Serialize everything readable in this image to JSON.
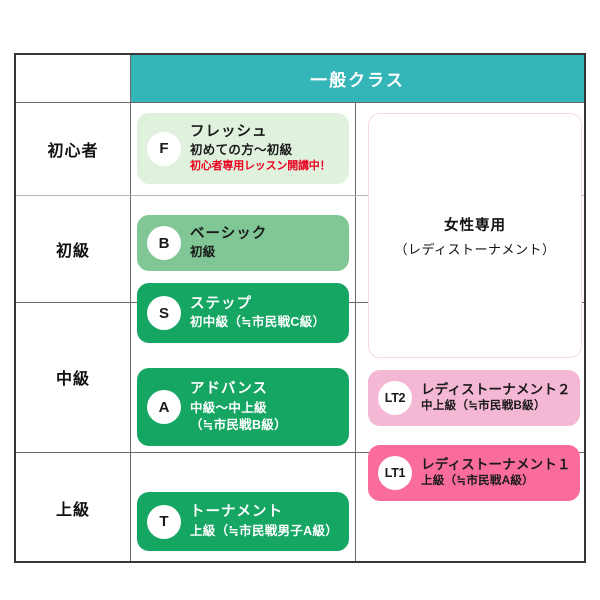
{
  "header": {
    "blank_label": "",
    "class_label": "一般クラス"
  },
  "levels": [
    {
      "label": "初心者"
    },
    {
      "label": "初級"
    },
    {
      "label": "中級"
    },
    {
      "label": "上級"
    }
  ],
  "general_cards": [
    {
      "badge": "F",
      "title": "フレッシュ",
      "subtitle": "初めての方〜初級",
      "note": "初心者専用レッスン開講中！",
      "color": "#e0f2de"
    },
    {
      "badge": "B",
      "title": "ベーシック",
      "subtitle": "初級",
      "color": "#80c795"
    },
    {
      "badge": "S",
      "title": "ステップ",
      "subtitle": "初中級（≒市民戦C級）",
      "color": "#14a662"
    },
    {
      "badge": "A",
      "title": "アドバンス",
      "subtitle": "中級〜中上級",
      "subtitle2": "（≒市民戦B級）",
      "color": "#14a662"
    },
    {
      "badge": "T",
      "title": "トーナメント",
      "subtitle": "上級（≒市民戦男子A級）",
      "color": "#14a662"
    }
  ],
  "ladies_panel": {
    "title": "女性専用",
    "subtitle": "（レディストーナメント）",
    "border_color": "#f6d9e6"
  },
  "ladies_cards": [
    {
      "badge": "LT2",
      "title": "レディストーナメント２",
      "subtitle": "中上級（≒市民戦B級）",
      "color": "#f4b8d4"
    },
    {
      "badge": "LT1",
      "title": "レディストーナメント１",
      "subtitle": "上級（≒市民戦A級）",
      "color": "#fa6d9b"
    }
  ],
  "theme": {
    "header_bg": "#34b5b8",
    "header_text": "#ffffff",
    "frame_border": "#3b3538",
    "grid_line": "#6e686a",
    "note_color": "#e8001d"
  }
}
